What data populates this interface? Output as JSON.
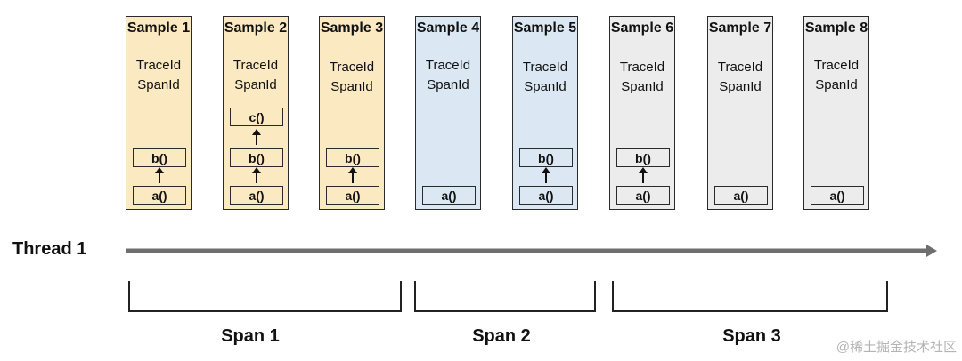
{
  "samples": [
    {
      "title": "Sample 1",
      "trace": "TraceId",
      "span": "SpanId",
      "frames": [
        "b()",
        "a()"
      ],
      "color": "#fbe9c1"
    },
    {
      "title": "Sample 2",
      "trace": "TraceId",
      "span": "SpanId",
      "frames": [
        "c()",
        "b()",
        "a()"
      ],
      "color": "#fbe9c1"
    },
    {
      "title": "Sample 3",
      "trace": "TraceId",
      "span": "SpanId",
      "frames": [
        "b()",
        "a()"
      ],
      "color": "#fbe9c1"
    },
    {
      "title": "Sample 4",
      "trace": "TraceId",
      "span": "SpanId",
      "frames": [
        "a()"
      ],
      "color": "#dbe8f4"
    },
    {
      "title": "Sample 5",
      "trace": "TraceId",
      "span": "SpanId",
      "frames": [
        "b()",
        "a()"
      ],
      "color": "#dbe8f4"
    },
    {
      "title": "Sample 6",
      "trace": "TraceId",
      "span": "SpanId",
      "frames": [
        "b()",
        "a()"
      ],
      "color": "#ececec"
    },
    {
      "title": "Sample 7",
      "trace": "TraceId",
      "span": "SpanId",
      "frames": [
        "a()"
      ],
      "color": "#ececec"
    },
    {
      "title": "Sample 8",
      "trace": "TraceId",
      "span": "SpanId",
      "frames": [
        "a()"
      ],
      "color": "#ececec"
    }
  ],
  "thread_label": "Thread 1",
  "spans": [
    {
      "label": "Span 1"
    },
    {
      "label": "Span 2"
    },
    {
      "label": "Span 3"
    }
  ],
  "watermark": "@稀土掘金技术社区",
  "colors": {
    "span1": "#fbe9c1",
    "span2": "#dbe8f4",
    "span3": "#ececec",
    "timeline": "#6e6e6e"
  }
}
